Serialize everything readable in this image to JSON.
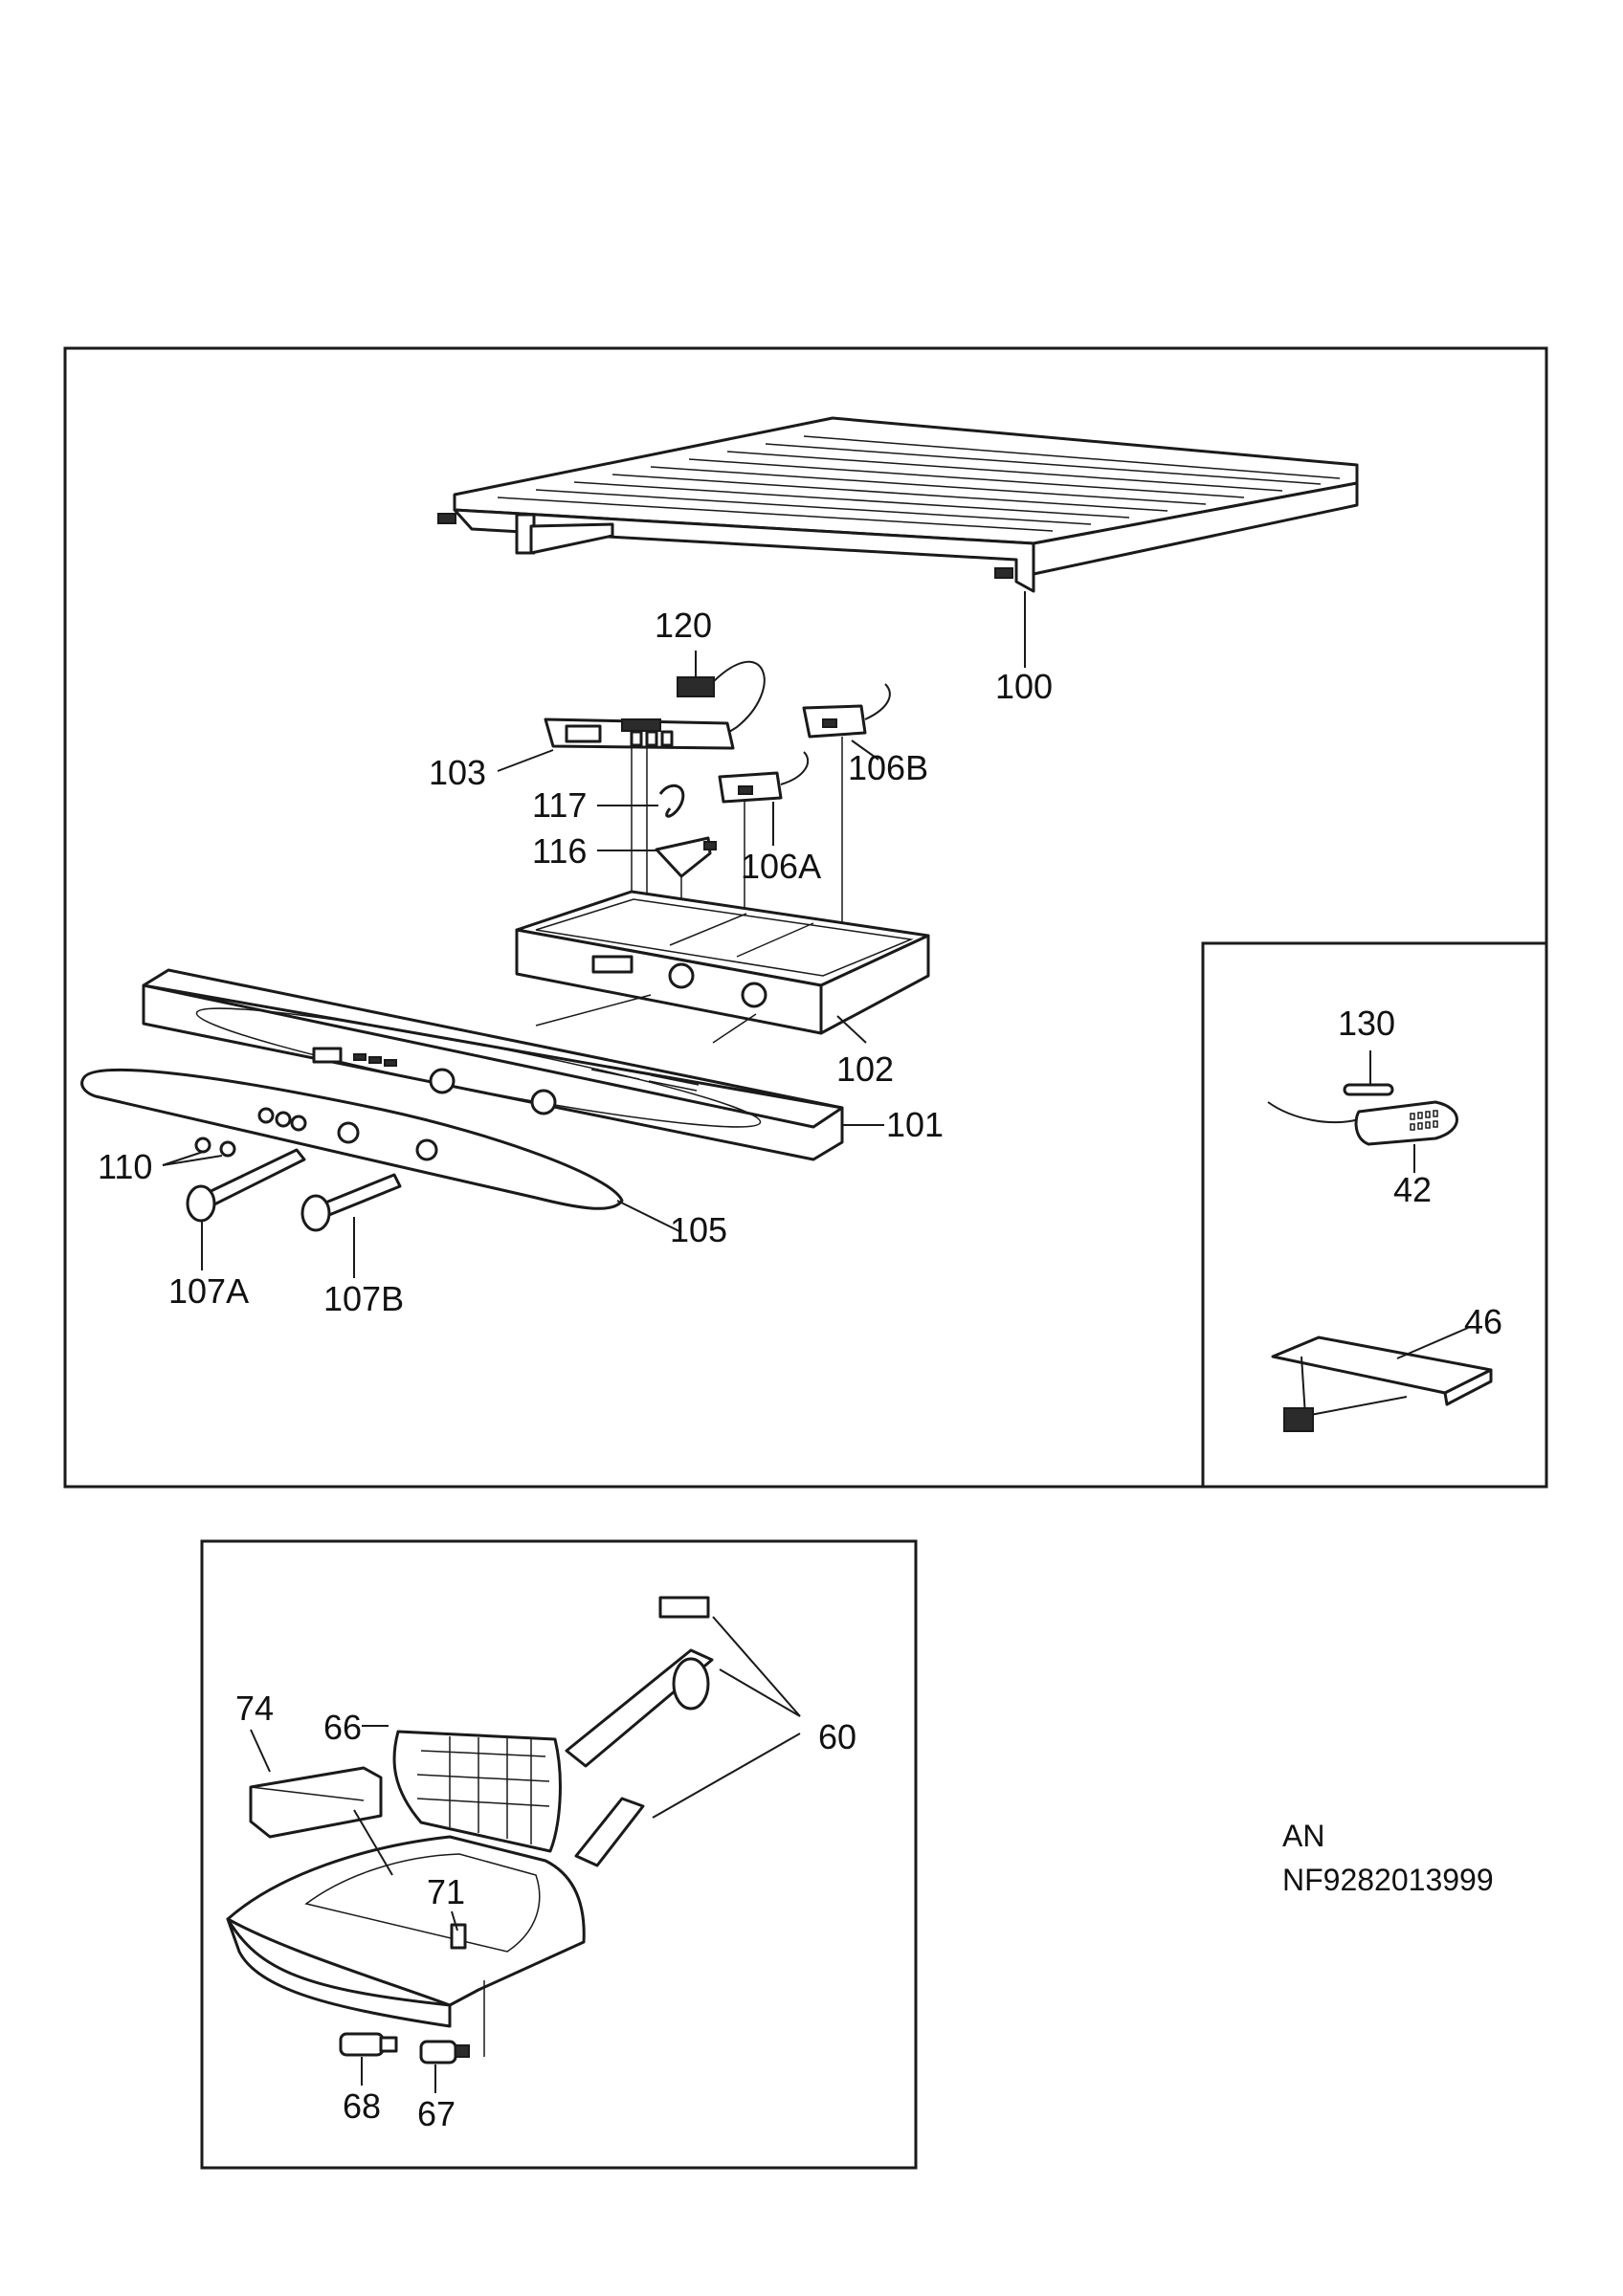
{
  "frames": {
    "main": "main-panel",
    "inset": "accessory-panel",
    "lower": "bottle-holder-panel"
  },
  "callouts": {
    "p100": "100",
    "p120": "120",
    "p103": "103",
    "p106B": "106B",
    "p117": "117",
    "p116": "116",
    "p106A": "106A",
    "p102": "102",
    "p101": "101",
    "p110": "110",
    "p105": "105",
    "p107A": "107A",
    "p107B": "107B",
    "p130": "130",
    "p42": "42",
    "p46": "46",
    "p74": "74",
    "p66": "66",
    "p60": "60",
    "p71": "71",
    "p68": "68",
    "p67": "67"
  },
  "reference": {
    "line1": "AN",
    "line2": "NF9282013999"
  },
  "colors": {
    "ink": "#1a1a1a",
    "paper": "#ffffff"
  }
}
